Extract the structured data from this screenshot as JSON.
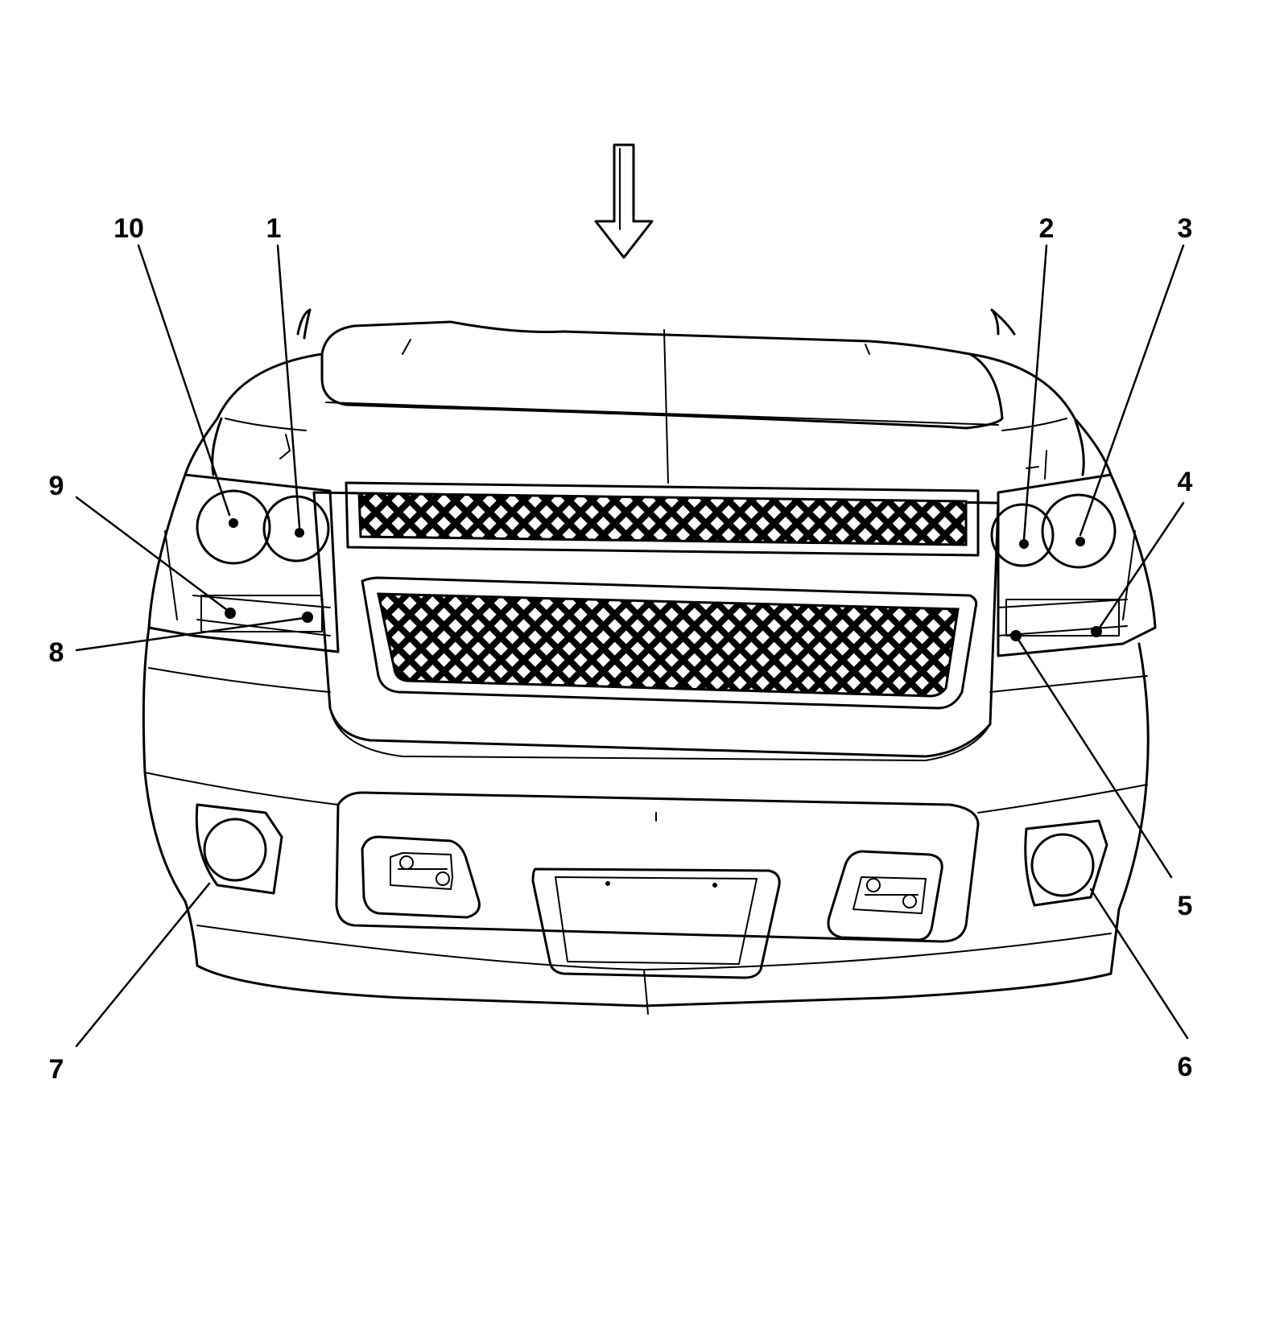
{
  "callouts": [
    {
      "id": 1,
      "label": "1"
    },
    {
      "id": 2,
      "label": "2"
    },
    {
      "id": 3,
      "label": "3"
    },
    {
      "id": 4,
      "label": "4"
    },
    {
      "id": 5,
      "label": "5"
    },
    {
      "id": 6,
      "label": "6"
    },
    {
      "id": 7,
      "label": "7"
    },
    {
      "id": 8,
      "label": "8"
    },
    {
      "id": 9,
      "label": "9"
    },
    {
      "id": 10,
      "label": "10"
    }
  ],
  "colors": {
    "ink": "#000000",
    "paper": "#ffffff"
  },
  "icons": {
    "view_direction": "down-arrow-icon"
  }
}
